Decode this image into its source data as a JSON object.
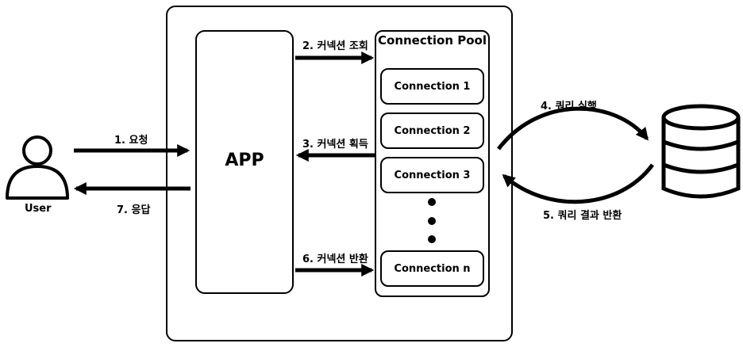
{
  "user": {
    "label": "User",
    "icon": "user-icon"
  },
  "app": {
    "label": "APP"
  },
  "pool": {
    "title": "Connection Pool",
    "connections": [
      "Connection 1",
      "Connection 2",
      "Connection 3",
      "Connection n"
    ],
    "ellipsis_icon": "vertical-ellipsis-icon"
  },
  "database": {
    "icon": "database-icon"
  },
  "steps": {
    "request": "1. 요청",
    "lookup": "2. 커넥션 조회",
    "acquire": "3. 커넥션 획득",
    "query": "4. 쿼리 실행",
    "result": "5. 쿼리 결과 반환",
    "release": "6. 커넥션 반환",
    "response": "7. 응답"
  },
  "colors": {
    "stroke": "#000000",
    "background": "#ffffff"
  }
}
